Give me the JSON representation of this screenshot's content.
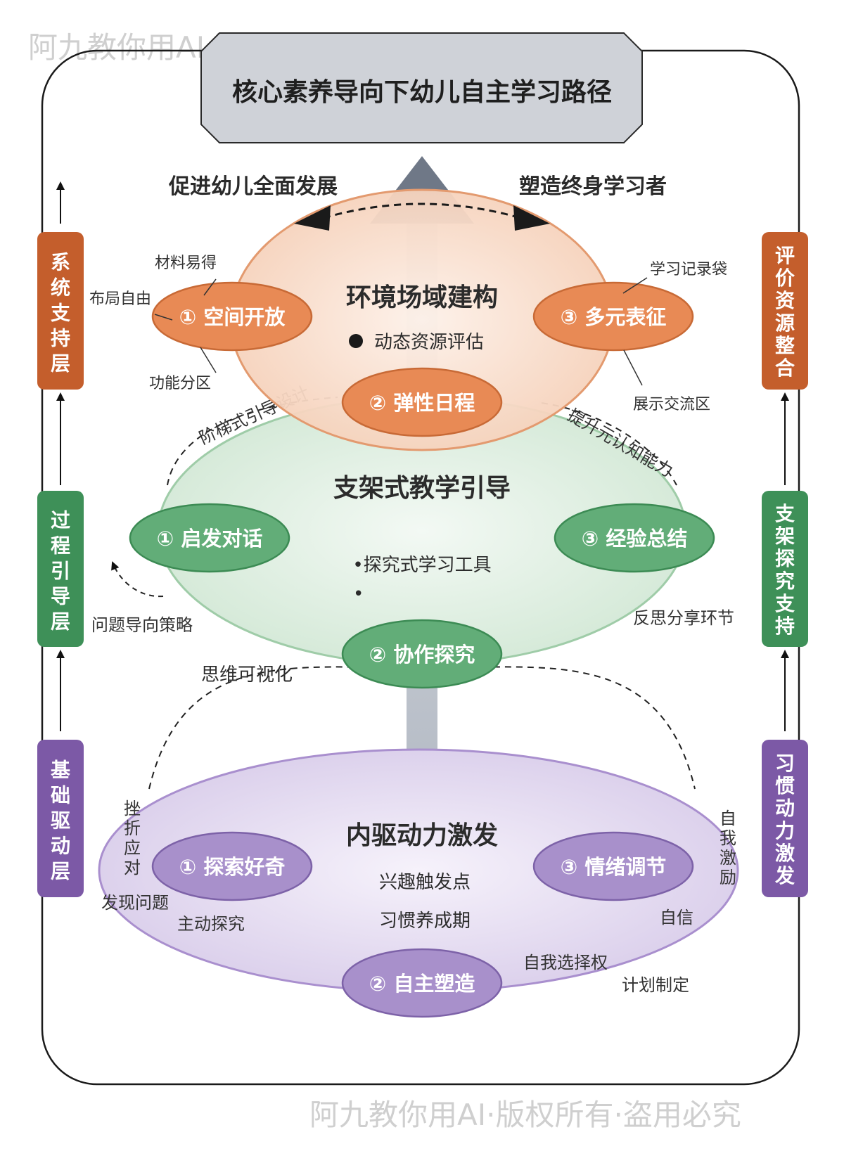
{
  "watermark": "阿九教你用AI·版权所有·盗用必究",
  "title": "核心素养导向下幼儿自主学习路径",
  "goals": {
    "left": "促进幼儿全面发展",
    "right": "塑造终身学习者"
  },
  "colors": {
    "environment": "#d9753f",
    "scaffold": "#4a9a60",
    "drive": "#9d85c2",
    "side_orange": "#c45e2c",
    "side_green": "#3e9058",
    "side_purple": "#7c59a6",
    "title_box": "#cfd2d8"
  },
  "layers": {
    "environment": {
      "title": "环境场域建构",
      "subtitle": "动态资源评估",
      "nodes": [
        "① 空间开放",
        "② 弹性日程",
        "③ 多元表征"
      ],
      "labels": {
        "materials": "材料易得",
        "layout": "布局自由",
        "zones": "功能分区",
        "portfolio": "学习记录袋",
        "exhibit": "展示交流区"
      }
    },
    "scaffold": {
      "title": "支架式教学引导",
      "subtitle": "•探究式学习工具",
      "nodes": [
        "① 启发对话",
        "② 协作探究",
        "③ 经验总结"
      ],
      "labels": {
        "problem": "问题导向策略",
        "reflect": "反思分享环节",
        "visual": "思维可视化"
      },
      "curves": {
        "left": "阶梯式引导设计",
        "right": "提升元认知能力"
      }
    },
    "drive": {
      "title": "内驱动力激发",
      "subtitles": [
        "兴趣触发点",
        "习惯养成期"
      ],
      "nodes": [
        "① 探索好奇",
        "② 自主塑造",
        "③ 情绪调节"
      ],
      "labels": {
        "frustration": "挫折应对",
        "discover": "发现问题",
        "explore": "主动探究",
        "motivate": "自我激励",
        "confidence": "自信",
        "choice": "自我选择权",
        "plan": "计划制定"
      }
    }
  },
  "side": {
    "left": [
      "系统支持层",
      "过程引导层",
      "基础驱动层"
    ],
    "right": [
      "评价资源整合",
      "支架探究支持",
      "习惯动力激发"
    ]
  }
}
